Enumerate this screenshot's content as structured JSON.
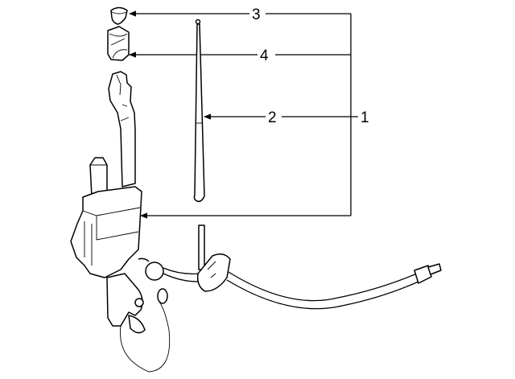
{
  "diagram": {
    "callouts": [
      {
        "number": "1",
        "part": "antenna-assembly"
      },
      {
        "number": "2",
        "part": "antenna-mast"
      },
      {
        "number": "3",
        "part": "cap"
      },
      {
        "number": "4",
        "part": "bezel-nut"
      }
    ],
    "line_color": "#000000",
    "background": "#ffffff"
  }
}
